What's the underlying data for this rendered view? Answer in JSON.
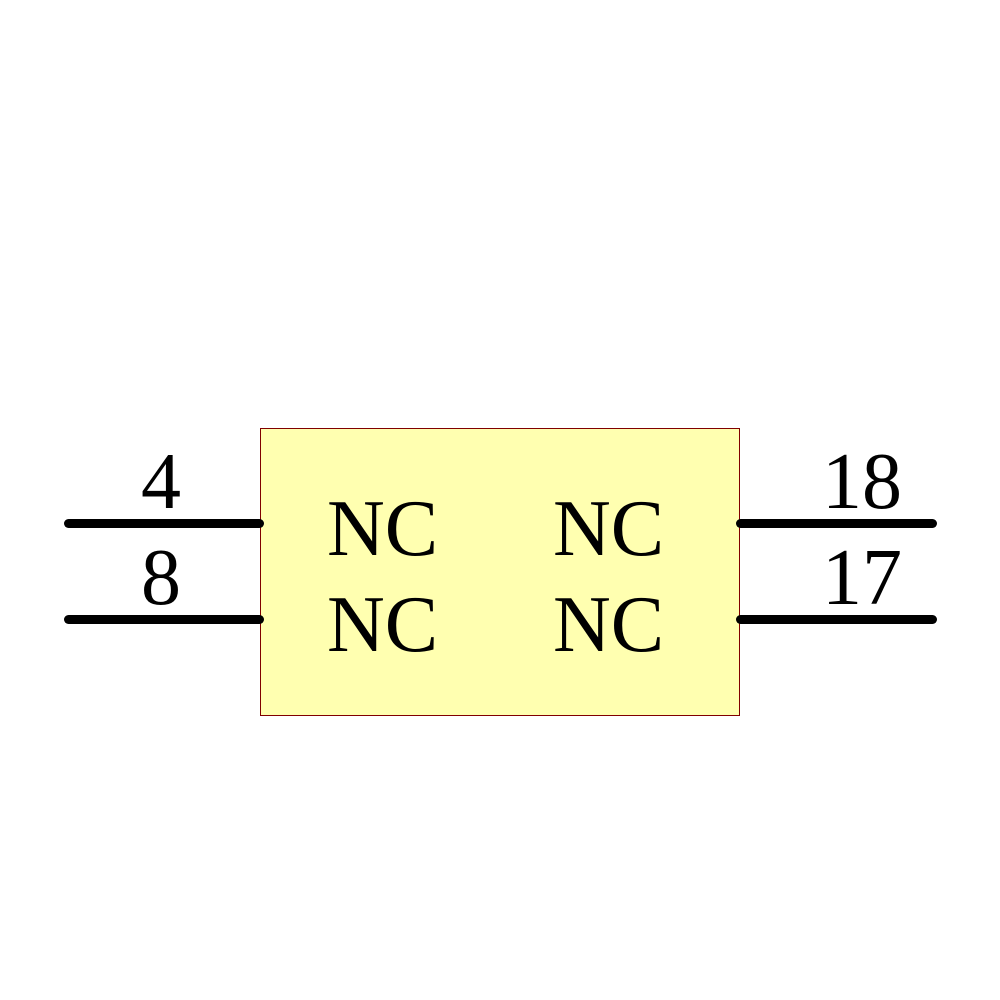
{
  "component": {
    "body_fill": "#FFFFB0",
    "body_border": "#800000",
    "left_pins": [
      {
        "number": "4",
        "label": "NC"
      },
      {
        "number": "8",
        "label": "NC"
      }
    ],
    "right_pins": [
      {
        "number": "18",
        "label": "NC"
      },
      {
        "number": "17",
        "label": "NC"
      }
    ]
  }
}
